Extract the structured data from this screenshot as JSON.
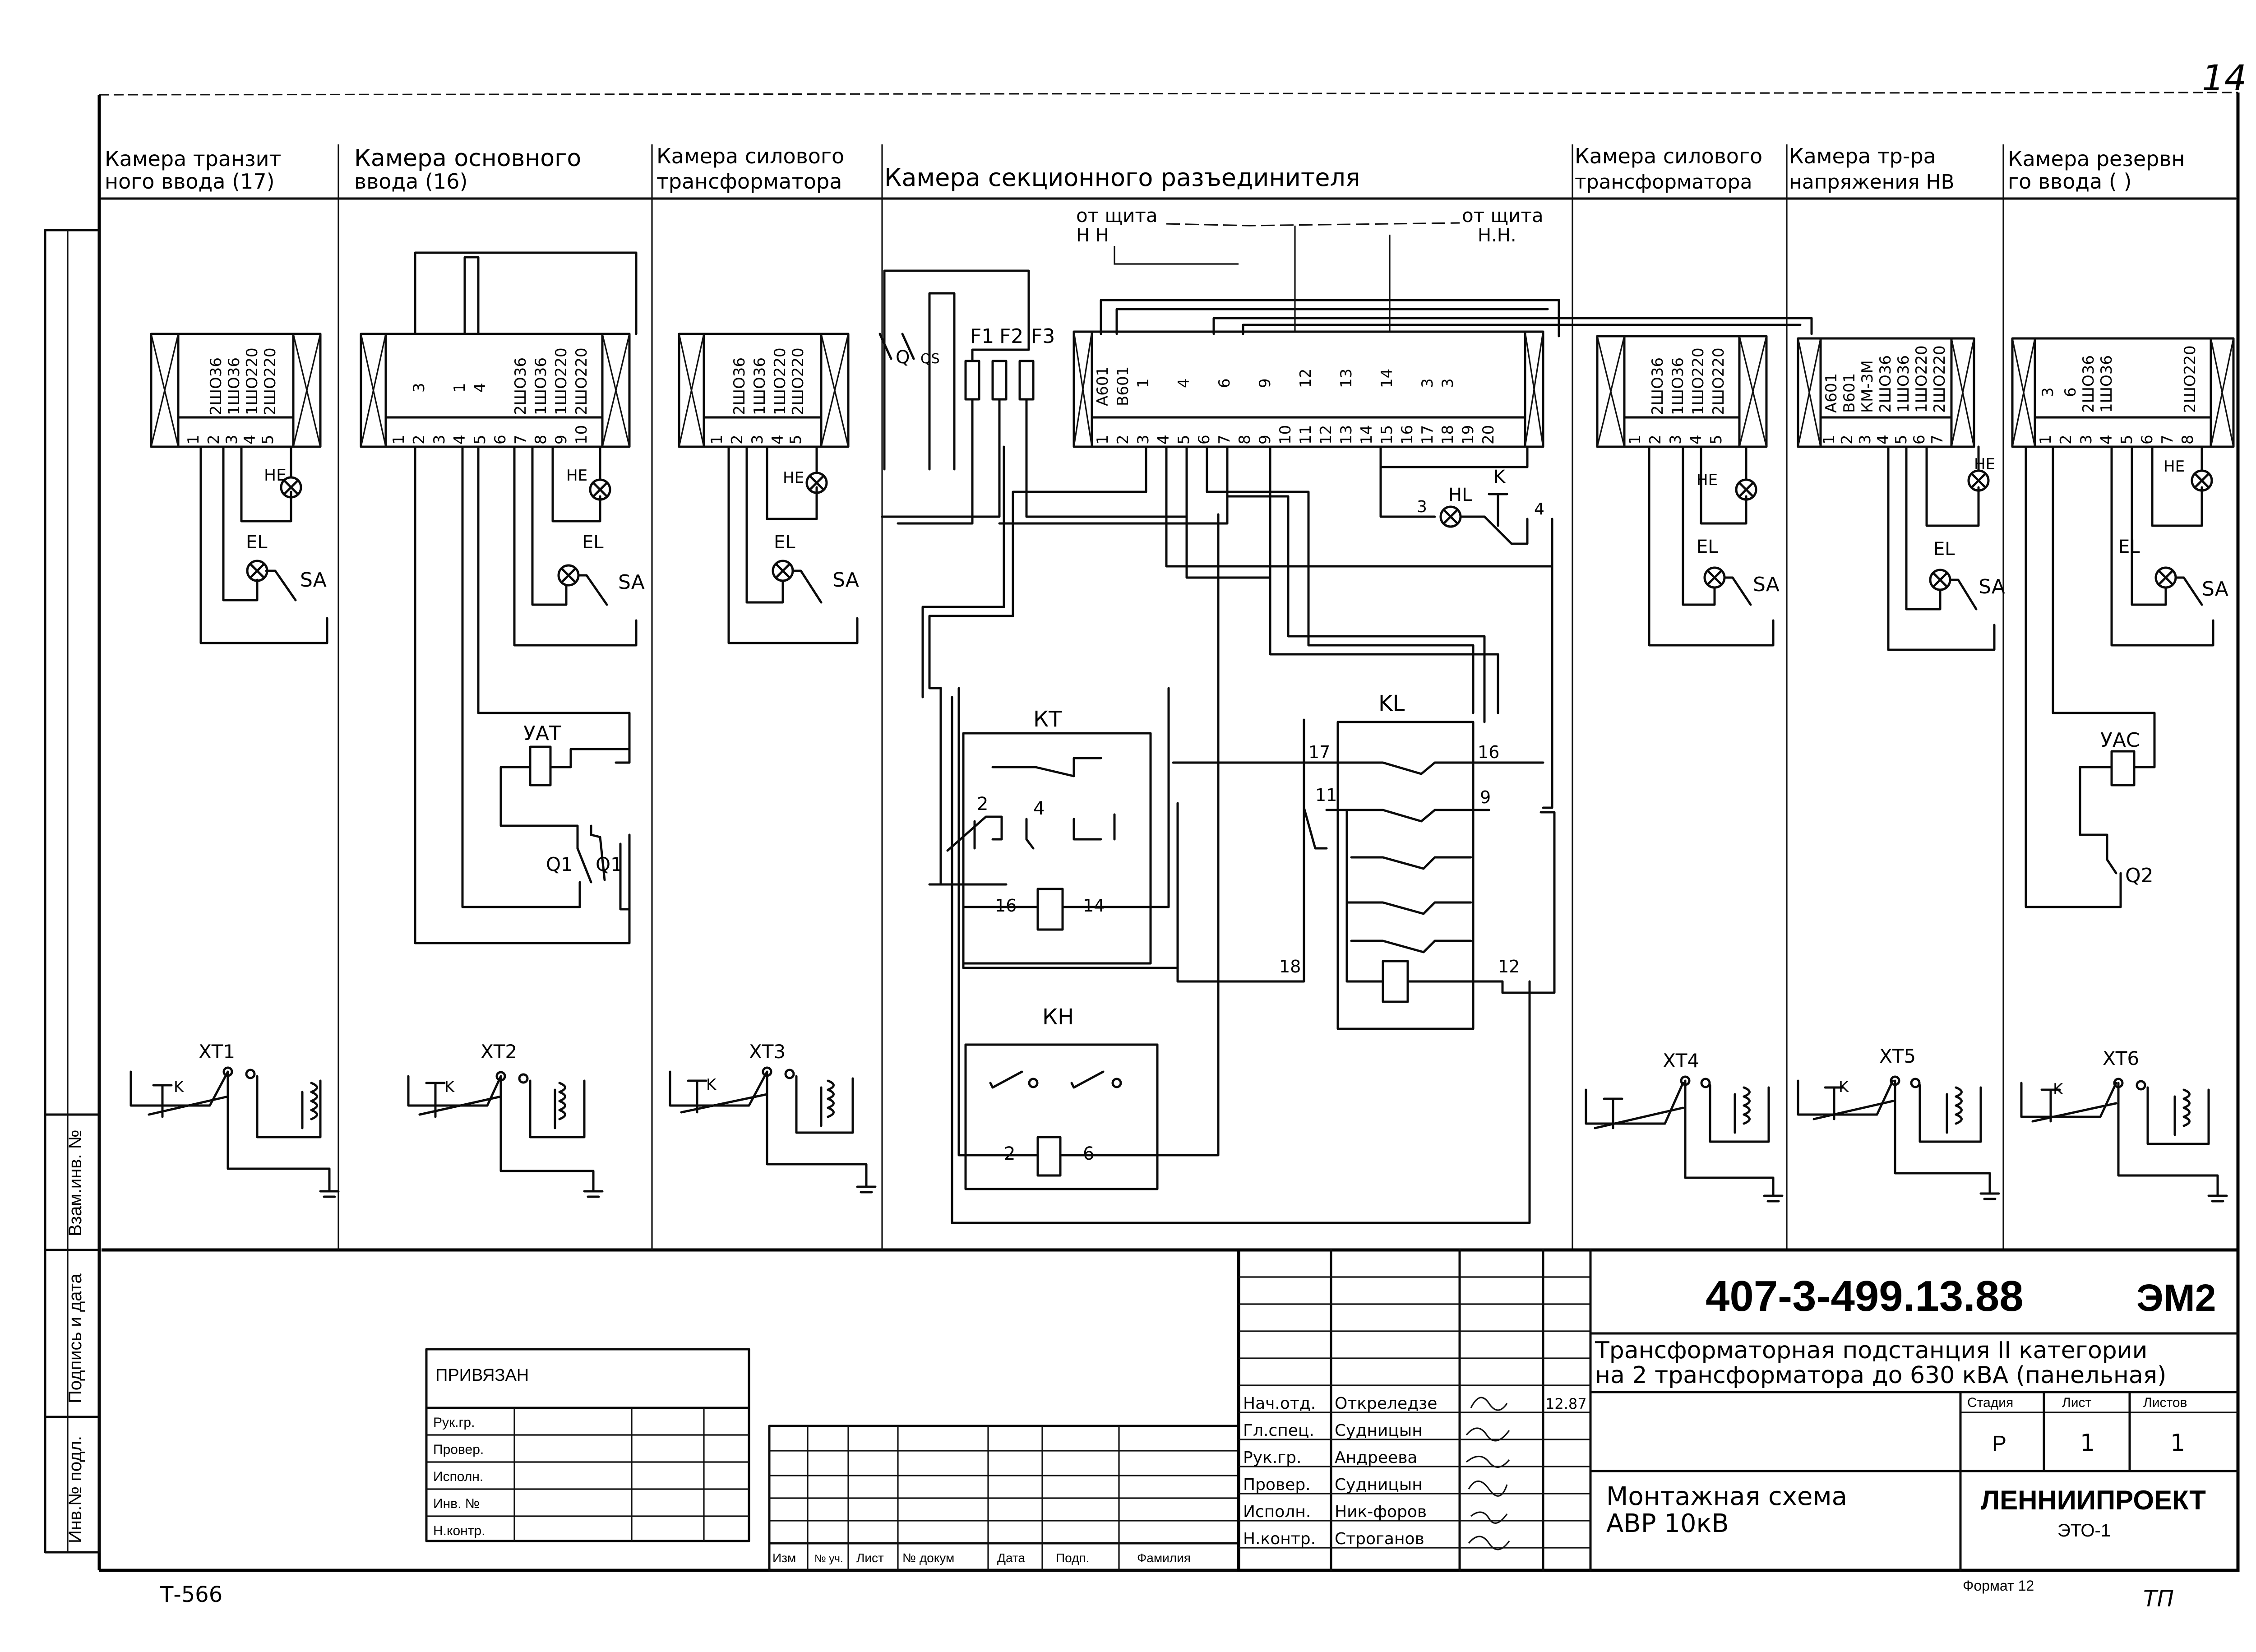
{
  "page_number": "14",
  "sheet_code_bottom_left": "Т-566",
  "sheet_code_bottom_right": "ТП",
  "header_cameras": [
    {
      "l1": "Камера транзит",
      "l2": "ного ввода (17)"
    },
    {
      "l1": "Камера основного",
      "l2": "ввода (16)"
    },
    {
      "l1": "Камера силового",
      "l2": "трансформатора"
    },
    {
      "l1": "Камера секционного разъединителя",
      "l2": ""
    },
    {
      "l1": "Камера силового",
      "l2": "трансформатора"
    },
    {
      "l1": "Камера тр-ра",
      "l2": "напряжения НВ"
    },
    {
      "l1": "Камера резервн",
      "l2": "го ввода (  )"
    }
  ],
  "notes": {
    "from_panel_1": "от щита",
    "from_panel_1b": "Н Н",
    "from_panel_2": "от щита",
    "from_panel_2b": "Н.Н."
  },
  "terminal_blocks": {
    "c1": [
      "2ШО36",
      "1ШО36",
      "1ШО220",
      "2ШО220"
    ],
    "c1_nums": [
      "1",
      "2",
      "3",
      "4",
      "5"
    ],
    "c2_wires": [
      "3",
      "1",
      "4",
      "2ШО36",
      "1ШО36",
      "1ШО220",
      "2ШО220"
    ],
    "c2_nums": [
      "1",
      "2",
      "3",
      "4",
      "5",
      "6",
      "7",
      "8",
      "9",
      "10"
    ],
    "c3": [
      "2ШО36",
      "1ШО36",
      "1ШО220",
      "2ШО220"
    ],
    "c3_nums": [
      "1",
      "2",
      "3",
      "4",
      "5"
    ],
    "c4_wires": [
      "А601",
      "В601",
      "1",
      "4",
      "6",
      "9",
      "12",
      "13",
      "14",
      "3",
      "3"
    ],
    "c4_nums": [
      "1",
      "2",
      "3",
      "4",
      "5",
      "6",
      "7",
      "8",
      "9",
      "10",
      "11",
      "12",
      "13",
      "14",
      "15",
      "16",
      "17",
      "18",
      "19",
      "20"
    ],
    "c5": [
      "2ШО36",
      "1ШО36",
      "1ШО220",
      "2ШО220"
    ],
    "c5_nums": [
      "1",
      "2",
      "3",
      "4",
      "5"
    ],
    "c6": [
      "А601",
      "В601",
      "КМ-3М",
      "2ШО36",
      "1ШО36",
      "1ШО220",
      "2ШО220"
    ],
    "c6_nums": [
      "1",
      "2",
      "3",
      "4",
      "5",
      "6",
      "7"
    ],
    "c7": [
      "3",
      "6",
      "2ШО36",
      "1ШО36",
      "2ШО220"
    ],
    "c7_nums": [
      "1",
      "2",
      "3",
      "4",
      "5",
      "6",
      "7",
      "8"
    ]
  },
  "components": {
    "he": "НЕ",
    "el": "EL",
    "sa": "SA",
    "hl": "HL",
    "k": "K",
    "yat": "УАТ",
    "yac": "УАС",
    "q1": "Q1",
    "q2": "Q2",
    "kt": "КТ",
    "kl": "KL",
    "kh": "КН",
    "qs": "QS",
    "q": "Q",
    "f1": "F1",
    "f2": "F2",
    "f3": "F3",
    "xt1": "ХТ1",
    "xt2": "ХТ2",
    "xt3": "ХТ3",
    "xt4": "ХТ4",
    "xt5": "ХТ5",
    "xt6": "ХТ6"
  },
  "pin_labels": {
    "n2": "2",
    "n3": "3",
    "n4": "4",
    "n6": "6",
    "n9": "9",
    "n11": "11",
    "n12": "12",
    "n14": "14",
    "n16": "16",
    "n17": "17",
    "n18": "18"
  },
  "side_stamp": [
    "Инв.№ подл.",
    "Подпись и дата",
    "Взам.инв. №"
  ],
  "title_block": {
    "doc_number": "407-3-499.13.88",
    "sheet_code": "ЭМ2",
    "title_line1": "Трансформаторная подстанция II категории",
    "title_line2": "на 2 трансформатора до 630 кВА (панельная)",
    "drawing_line1": "Монтажная схема",
    "drawing_line2": "АВР 10кВ",
    "org": "ЛЕННИИПРОЕКТ",
    "org_sub": "ЭТО-1",
    "format": "Формат 12",
    "stage_head": "Стадия",
    "sheet_head": "Лист",
    "sheets_head": "Листов",
    "stage": "Р",
    "sheet": "1",
    "sheets": "1",
    "date": "12.87",
    "roles": [
      "Нач.отд.",
      "Гл.спец.",
      "Рук.гр.",
      "Провер.",
      "Исполн.",
      "Н.контр."
    ],
    "names": [
      "Откреледзе",
      "Судницын",
      "Андреева",
      "Судницын",
      "Ник-форов",
      "Строганов"
    ],
    "columns": [
      "Изм",
      "№ уч.",
      "Лист",
      "№ докум",
      "Дата",
      "Подп.",
      "Фамилия"
    ],
    "bound": "ПРИВЯЗАН",
    "bound_rows": [
      "Рук.гр.",
      "Провер.",
      "Исполн.",
      "Инв. №",
      "Н.контр."
    ]
  }
}
